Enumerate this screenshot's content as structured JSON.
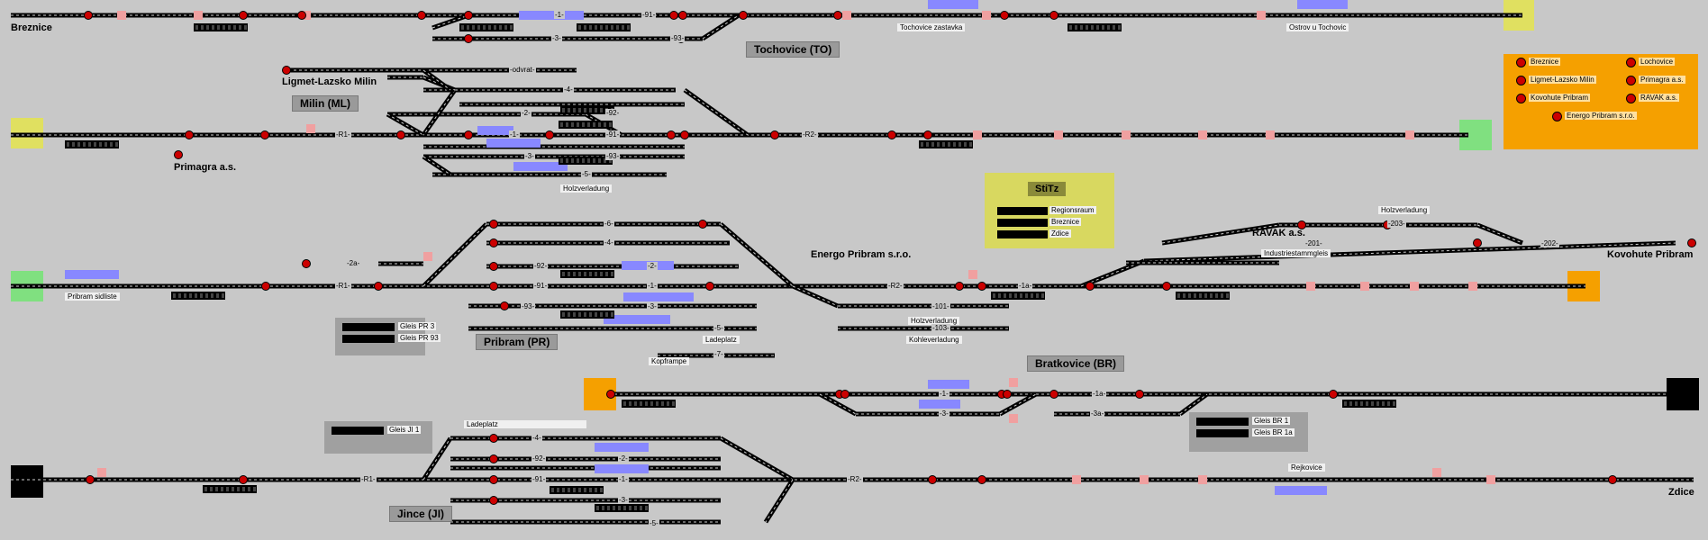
{
  "stations": {
    "breznice": "Breznice",
    "tochovice": "Tochovice (TO)",
    "tochovice_zastavka": "Tochovice zastavka",
    "ostrov": "Ostrov u Tochovic",
    "ligmet": "Ligmet-Lazsko Milin",
    "milin": "Milin (ML)",
    "primagra": "Primagra a.s.",
    "pribram_sidliste": "Pribram sidliste",
    "pribram": "Pribram (PR)",
    "energo": "Energo Pribram s.r.o.",
    "rayak": "RAVAK a.s.",
    "kovohute": "Kovohute Pribram",
    "bratkovice": "Bratkovice (BR)",
    "jince": "Jince (JI)",
    "rejkovice": "Rejkovice",
    "zdice": "Zdice",
    "industriestammgleis": "Industriestammgleis",
    "holzverladung_1": "Holzverladung",
    "holzverladung_2": "Holzverladung",
    "holzverladung_3": "Holzverladung",
    "kohleverladung": "Kohleverladung",
    "ladeplatz_1": "Ladeplatz",
    "ladeplatz_2": "Ladeplatz",
    "kopframpe": "Kopframpe"
  },
  "track_labels": {
    "t1": "-1-",
    "t91": "-91-",
    "t3": "-3-",
    "t93": "-93-",
    "odvrat": "-odvrat-",
    "m4": "-4-",
    "m2": "-2-",
    "m92": "-92-",
    "m1": "-1-",
    "m91": "-91-",
    "m3": "-3-",
    "m93": "-93-",
    "m5": "-5-",
    "r1_ml": "-R1-",
    "r2_ml": "-R2-",
    "p6": "-6-",
    "p4": "-4-",
    "p2a": "-2a-",
    "p92": "-92-",
    "p2": "-2-",
    "r1_pr": "-R1-",
    "p91": "-91-",
    "p1": "-1-",
    "p93": "-93-",
    "p3": "-3-",
    "p5": "-5-",
    "p7": "-7-",
    "r2_pr": "-R2-",
    "p101": "-101-",
    "p103": "-103-",
    "p1a": "-1a-",
    "p203": "-203-",
    "p201": "-201-",
    "p202": "-202-",
    "b1": "-1-",
    "b3": "-3-",
    "b1a": "-1a-",
    "b3a": "-3a-",
    "j4": "-4-",
    "j92": "-92-",
    "j2": "-2-",
    "j91": "-91-",
    "j1": "-1-",
    "j3": "-3-",
    "j5": "-5-",
    "r1_ji": "-R1-",
    "r2_ji": "-R2-"
  },
  "legend": {
    "items": [
      "Breznice",
      "Lochovice",
      "Ligmet-Lazsko Milin",
      "Primagra a.s.",
      "Kovohute Pribram",
      "RAVAK a.s.",
      "Energo Pribram s.r.o."
    ],
    "bg": "#f5a000"
  },
  "stitz": {
    "title": "StiTz",
    "items": [
      "Regionsraum",
      "Breznice",
      "Zdice"
    ],
    "bg": "#d8d860"
  },
  "gleis_pr": [
    "Gleis PR 3",
    "Gleis PR 93"
  ],
  "gleis_ji": [
    "Gleis JI 1"
  ],
  "gleis_br": [
    "Gleis BR 1",
    "Gleis BR 1a"
  ],
  "colors": {
    "background": "#c8c8c8",
    "track": "#000000",
    "signal_red": "#cc0000",
    "occupied": "#8888ff",
    "light_red": "#f0a0a0",
    "green_end": "#80e080",
    "yellow_end": "#e0e060",
    "orange_end": "#f5a000",
    "black_end": "#000000"
  }
}
